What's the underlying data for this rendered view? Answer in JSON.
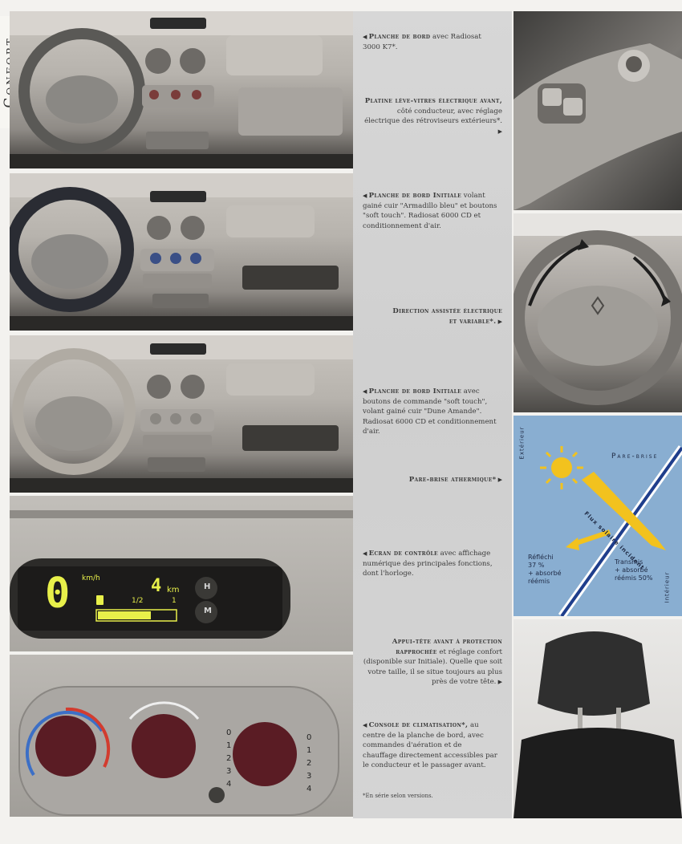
{
  "section_title": "Confort",
  "captions": [
    {
      "bold": "Planche de bord",
      "text": " avec Radiosat 3000 K7*."
    },
    {
      "bold": "Platine lève-vitres électrique avant,",
      "text": " côté conducteur, avec réglage électrique des rétroviseurs extérieurs*."
    },
    {
      "bold": "Planche de bord Initiale",
      "text": " volant gainé cuir \"Armadillo bleu\" et boutons \"soft touch\". Radiosat 6000 CD et conditionnement d'air."
    },
    {
      "bold": "Direction assistée électrique et variable*.",
      "text": ""
    },
    {
      "bold": "Planche de bord Initiale",
      "text": " avec boutons de commande \"soft touch\", volant gainé cuir \"Dune Amande\". Radiosat 6000 CD et conditionnement d'air."
    },
    {
      "bold": "Pare-brise athermique*",
      "text": ""
    },
    {
      "bold": "Ecran de contrôle",
      "text": " avec affichage numérique des principales fonctions, dont l'horloge."
    },
    {
      "bold": "Appui-tête avant à protection rapprochée",
      "text": " et réglage confort (disponible sur Initiale). Quelle que soit votre taille, il se situe toujours au plus près de votre tête."
    },
    {
      "bold": "Console de climatisation*,",
      "text": " au centre de la planche de bord, avec commandes d'aération et de chauffage directement accessibles par le conducteur et le passager avant."
    }
  ],
  "footnote": "*En série selon versions.",
  "display": {
    "speed": "0",
    "speed_unit": "km/h",
    "distance": "4",
    "distance_unit": "km",
    "fuel_half": "1/2",
    "fuel_full": "1",
    "button_h": "H",
    "button_m": "M"
  },
  "diagram": {
    "exterior": "Extérieur",
    "interior": "Intérieur",
    "windshield": "Pare-brise",
    "flux": "Flux solaire incident",
    "reflected": "Réfléchi\n37 %\n+ absorbé\nréémis",
    "transmitted": "Transmis\n+ absorbé\nréémis 50%"
  },
  "hvac_scale_a": [
    "0",
    "1",
    "2",
    "3",
    "4"
  ],
  "hvac_scale_b": [
    "0",
    "1",
    "2",
    "3",
    "4"
  ],
  "colors": {
    "background": "#f3f2ef",
    "text_column": "#d3d3d3",
    "diagram_blue": "#89aed1",
    "sun": "#f2c21e",
    "lcd": "#e8f04a"
  }
}
